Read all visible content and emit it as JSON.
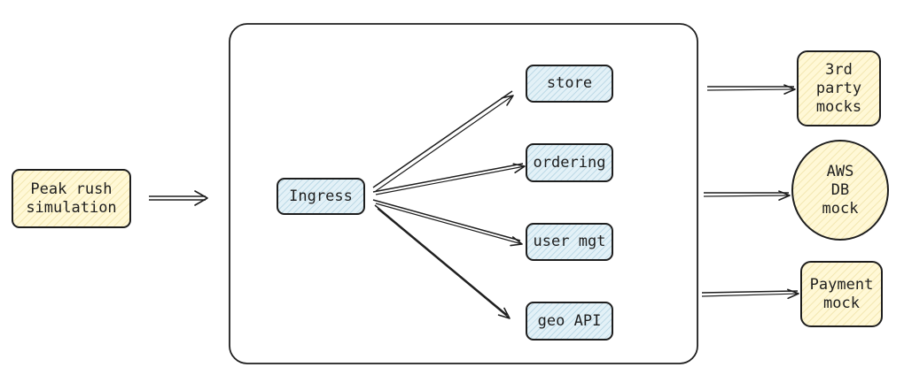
{
  "source": {
    "label": "Peak rush\nsimulation"
  },
  "ingress": {
    "label": "Ingress"
  },
  "services": [
    {
      "label": "store"
    },
    {
      "label": "ordering"
    },
    {
      "label": "user mgt"
    },
    {
      "label": "geo API"
    }
  ],
  "externals": [
    {
      "label": "3rd\nparty\nmocks"
    },
    {
      "label": "AWS\nDB\nmock"
    },
    {
      "label": "Payment\nmock"
    }
  ],
  "colors": {
    "stroke": "#1e1e1e",
    "yellow_fill": "#fff8d6",
    "blue_fill": "#e3f1f7"
  }
}
